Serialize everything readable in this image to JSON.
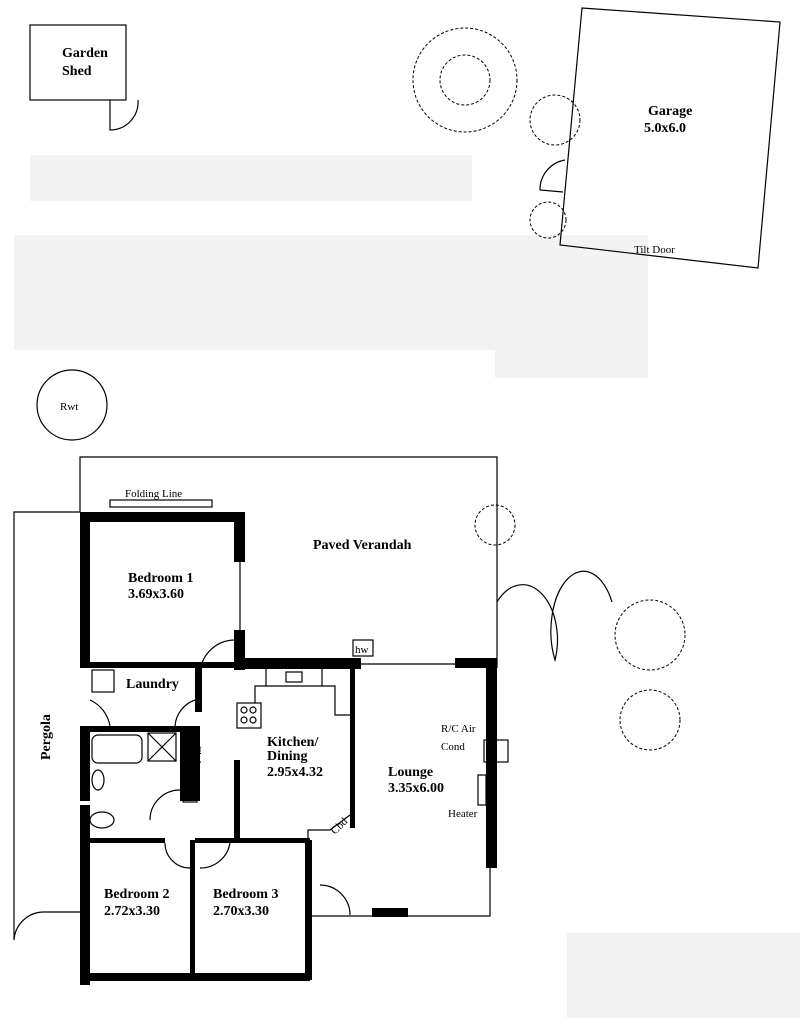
{
  "plan": {
    "garden_shed": "Garden",
    "garden_shed_2": "Shed",
    "garage": "Garage",
    "garage_dim": "5.0x6.0",
    "tilt_door": "Tilt Door",
    "rwt": "Rwt",
    "folding_line": "Folding Line",
    "verandah": "Paved Verandah",
    "bedroom1": "Bedroom 1",
    "bedroom1_dim": "3.69x3.60",
    "laundry": "Laundry",
    "hw": "hw",
    "kitchen": "Kitchen/",
    "kitchen_2": "Dining",
    "kitchen_dim": "2.95x4.32",
    "aircon": "R/C Air",
    "aircon_2": "Cond",
    "lounge": "Lounge",
    "lounge_dim": "3.35x6.00",
    "heater": "Heater",
    "cbd": "Cbd",
    "cbd_2": "Cbd",
    "pergola": "Pergola",
    "bedroom2": "Bedroom 2",
    "bedroom2_dim": "2.72x3.30",
    "bedroom3": "Bedroom 3",
    "bedroom3_dim": "2.70x3.30"
  }
}
